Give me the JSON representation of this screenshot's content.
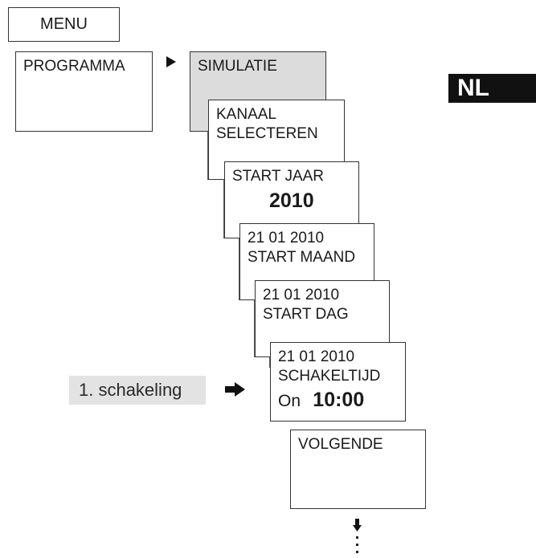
{
  "menu": {
    "title": "MENU"
  },
  "boxes": {
    "programma": {
      "label": "PROGRAMMA"
    },
    "simulatie": {
      "label": "SIMULATIE"
    },
    "kanaal": {
      "line1": "KANAAL",
      "line2": "SELECTEREN"
    },
    "jaar": {
      "title": "START JAAR",
      "value": "2010"
    },
    "maand": {
      "date": "21 01 2010",
      "title": "START MAAND"
    },
    "dag": {
      "date": "21 01 2010",
      "title": "START DAG"
    },
    "schakeltijd": {
      "date": "21 01 2010",
      "title": "SCHAKELTIJD",
      "state": "On",
      "time": "10:00"
    },
    "volgende": {
      "label": "VOLGENDE"
    }
  },
  "language_badge": "NL",
  "step_label": "1. schakeling",
  "colors": {
    "badge_bg": "#111111",
    "shaded_box": "#dcdcdc",
    "step_tag_bg": "#e3e3e3"
  },
  "icons": [
    "right-triangle-arrow-icon",
    "bold-right-arrow-icon",
    "down-arrow-icon",
    "continuation-dots-icon"
  ]
}
